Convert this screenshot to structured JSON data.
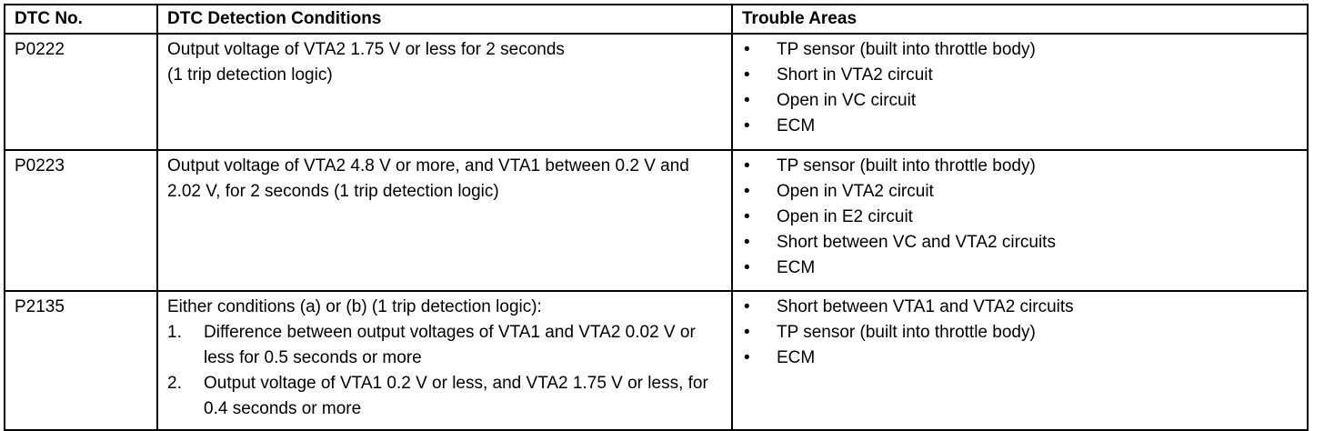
{
  "table": {
    "headers": {
      "dtc": "DTC No.",
      "conditions": "DTC Detection Conditions",
      "areas": "Trouble Areas"
    },
    "rows": [
      {
        "dtc": "P0222",
        "conditions": [
          "Output voltage of VTA2 1.75 V or less for 2 seconds",
          "(1 trip detection logic)"
        ],
        "steps": [],
        "areas": [
          "TP sensor (built into throttle body)",
          "Short in VTA2 circuit",
          "Open in VC circuit",
          "ECM"
        ]
      },
      {
        "dtc": "P0223",
        "conditions": [
          "Output voltage of VTA2 4.8 V or more, and VTA1 between 0.2 V and 2.02 V, for 2 seconds (1 trip detection logic)"
        ],
        "steps": [],
        "areas": [
          "TP sensor (built into throttle body)",
          "Open in VTA2 circuit",
          "Open in E2 circuit",
          "Short between VC and VTA2 circuits",
          "ECM"
        ]
      },
      {
        "dtc": "P2135",
        "conditions": [
          "Either conditions (a) or (b) (1 trip detection logic):"
        ],
        "steps": [
          {
            "num": "1.",
            "text": "Difference between output voltages of VTA1 and VTA2 0.02 V or less for 0.5 seconds or more"
          },
          {
            "num": "2.",
            "text": "Output voltage of VTA1 0.2 V or less, and VTA2 1.75 V or less, for 0.4 seconds or more"
          }
        ],
        "areas": [
          "Short between VTA1 and VTA2 circuits",
          "TP sensor (built into throttle body)",
          "ECM"
        ]
      }
    ],
    "bullet_symbol": "•"
  }
}
